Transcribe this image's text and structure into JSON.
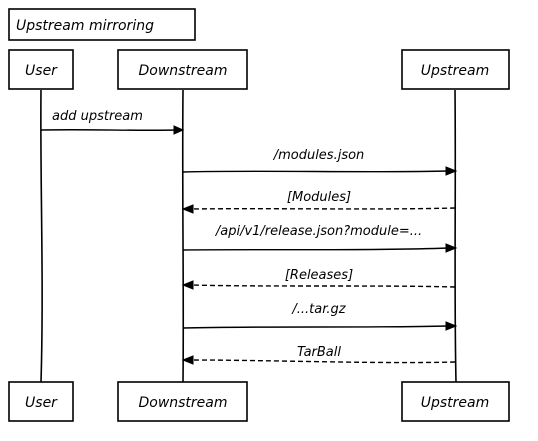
{
  "title": "Upstream mirroring",
  "participants": {
    "user": "User",
    "downstream": "Downstream",
    "upstream": "Upstream"
  },
  "messages": [
    {
      "label": "add upstream",
      "style": "solid"
    },
    {
      "label": "/modules.json",
      "style": "solid"
    },
    {
      "label": "[Modules]",
      "style": "dashed"
    },
    {
      "label": "/api/v1/release.json?module=...",
      "style": "solid"
    },
    {
      "label": "[Releases]",
      "style": "dashed"
    },
    {
      "label": "/...tar.gz",
      "style": "solid"
    },
    {
      "label": "TarBall",
      "style": "dashed"
    }
  ]
}
